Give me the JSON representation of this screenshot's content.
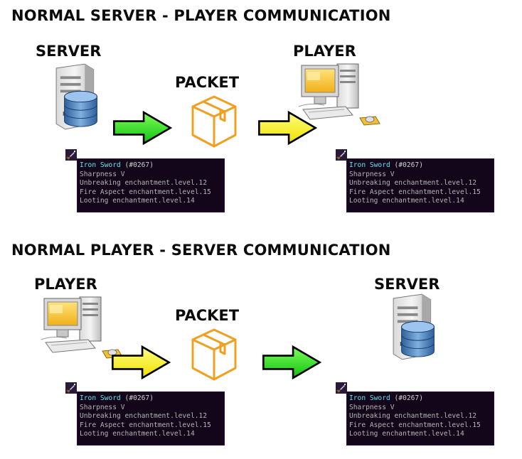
{
  "section1": {
    "heading": "NORMAL SERVER - PLAYER COMMUNICATION",
    "left_label": "SERVER",
    "packet_label": "PACKET",
    "right_label": "PLAYER",
    "arrow1_color": "#22dd22",
    "arrow2_color": "#f5f000"
  },
  "section2": {
    "heading": "NORMAL PLAYER - SERVER COMMUNICATION",
    "left_label": "PLAYER",
    "packet_label": "PACKET",
    "right_label": "SERVER",
    "arrow1_color": "#f5f000",
    "arrow2_color": "#22dd22"
  },
  "tooltip": {
    "item_name": "Iron Sword",
    "item_id": "(#0267)",
    "lines": [
      "Sharpness V",
      "Unbreaking enchantment.level.12",
      "Fire Aspect enchantment.level.15",
      "Looting enchantment.level.14"
    ]
  },
  "icons": {
    "server": "server-database-icon",
    "player": "desktop-computer-icon",
    "packet": "package-box-icon",
    "arrow": "right-arrow-icon",
    "sword": "iron-sword-icon"
  },
  "colors": {
    "box_outline": "#f0a020",
    "tooltip_bg": "#14061a",
    "tooltip_title": "#5ee8f0"
  }
}
